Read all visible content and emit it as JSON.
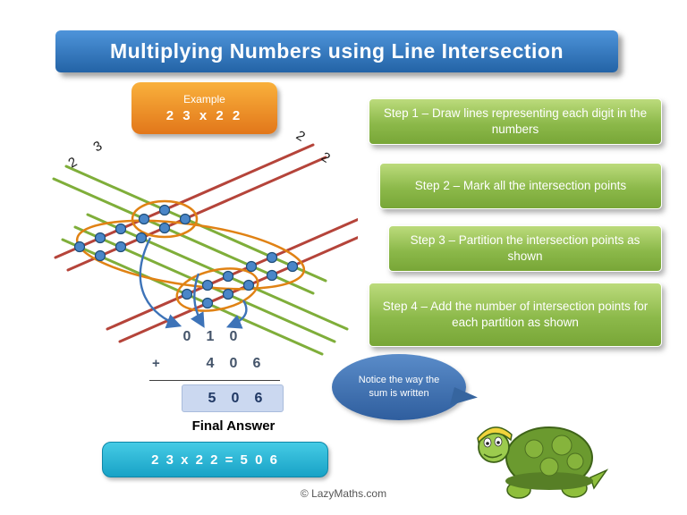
{
  "title": "Multiplying  Numbers using Line Intersection",
  "example": {
    "label": "Example",
    "expression": "2 3 x 2 2"
  },
  "diagram": {
    "left_labels": [
      "2",
      "3"
    ],
    "right_labels": [
      "2",
      "2"
    ]
  },
  "steps": [
    "Step 1 – Draw lines representing each digit in the numbers",
    "Step 2 – Mark all the intersection points",
    "Step 3 – Partition the intersection points as shown",
    "Step 4 – Add the number of intersection points for each partition as shown"
  ],
  "sum": {
    "carry": [
      "0",
      "1",
      "0"
    ],
    "plus": "+",
    "addend": [
      "4",
      "0",
      "6"
    ],
    "result": [
      "5",
      "0",
      "6"
    ]
  },
  "final_answer_label": "Final Answer",
  "final_answer": "2 3  x  2 2  =  5 0 6",
  "callout": "Notice the way the sum is written",
  "footer": "© LazyMaths.com",
  "colors": {
    "title_bar_blue": "#2E75B6",
    "step_green": "#8CB94A",
    "example_orange": "#F0922B",
    "answer_cyan": "#29B9D9",
    "result_lavender": "#CBD8F0",
    "callout_blue": "#3D73B8",
    "green_line": "#7FAE3A",
    "red_line": "#B5443A",
    "dot_blue": "#4A86C8",
    "dot_edge": "#1F4E79",
    "partition_orange": "#E08214",
    "arrow_blue": "#3D73B8",
    "label_dark": "#1A1A1A"
  }
}
